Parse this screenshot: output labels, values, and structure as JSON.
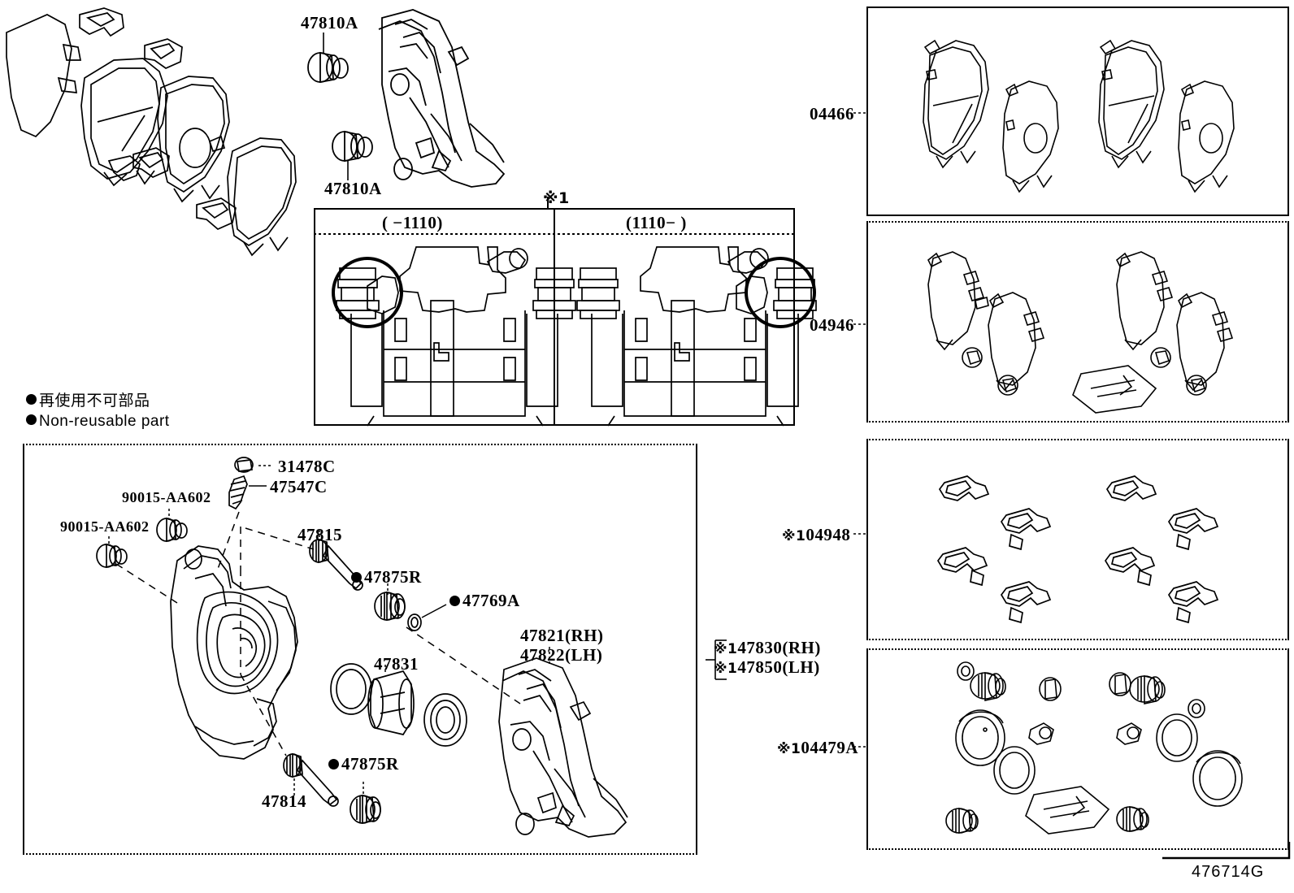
{
  "diagram": {
    "drawing_id": "476714G",
    "legend": {
      "jp": "再使用不可部品",
      "en": "Non-reusable part",
      "marker": "●"
    },
    "reference_marks": {
      "note1": "※1"
    }
  },
  "top_left_assembly": {
    "name": "pad-kit-and-shims-exploded",
    "labels": [
      {
        "id": "47810A-upper",
        "text": "47810A"
      },
      {
        "id": "47810A-lower",
        "text": "47810A"
      }
    ]
  },
  "center_table": {
    "header_mark": "※1",
    "columns": [
      {
        "id": "col-early",
        "text": "(      −1110)"
      },
      {
        "id": "col-late",
        "text": "(1110−      )"
      }
    ]
  },
  "lower_left_panel": {
    "title": "caliper-exploded-view",
    "labels": [
      {
        "id": "31478C",
        "text": "31478C",
        "nonreusable": false
      },
      {
        "id": "47547C",
        "text": "47547C",
        "nonreusable": false
      },
      {
        "id": "90015-AA602-a",
        "text": "90015-AA602",
        "nonreusable": false
      },
      {
        "id": "90015-AA602-b",
        "text": "90015-AA602",
        "nonreusable": false
      },
      {
        "id": "47815",
        "text": "47815",
        "nonreusable": false
      },
      {
        "id": "47875R-upper",
        "text": "47875R",
        "nonreusable": true
      },
      {
        "id": "47769A",
        "text": "47769A",
        "nonreusable": true
      },
      {
        "id": "47821RH",
        "text": "47821(RH)",
        "nonreusable": false
      },
      {
        "id": "47822LH",
        "text": "47822(LH)",
        "nonreusable": false
      },
      {
        "id": "47831",
        "text": "47831",
        "nonreusable": false
      },
      {
        "id": "47814",
        "text": "47814",
        "nonreusable": false
      },
      {
        "id": "47875R-lower",
        "text": "47875R",
        "nonreusable": true
      }
    ]
  },
  "right_kit_panels": [
    {
      "id": "panel-04466",
      "label": "04466",
      "mark": "",
      "contents": "brake-pad-set"
    },
    {
      "id": "panel-04946",
      "label": "04946",
      "mark": "",
      "contents": "shim-kit"
    },
    {
      "id": "panel-04948",
      "label": "04948",
      "mark": "※1",
      "contents": "fitting-kit-clips"
    },
    {
      "id": "panel-04479A",
      "label": "04479A",
      "mark": "※1",
      "contents": "seal-kit"
    }
  ],
  "bracket_labels": [
    {
      "id": "47830RH",
      "mark": "※1",
      "text": "47830(RH)"
    },
    {
      "id": "47850LH",
      "mark": "※1",
      "text": "47850(LH)"
    }
  ]
}
